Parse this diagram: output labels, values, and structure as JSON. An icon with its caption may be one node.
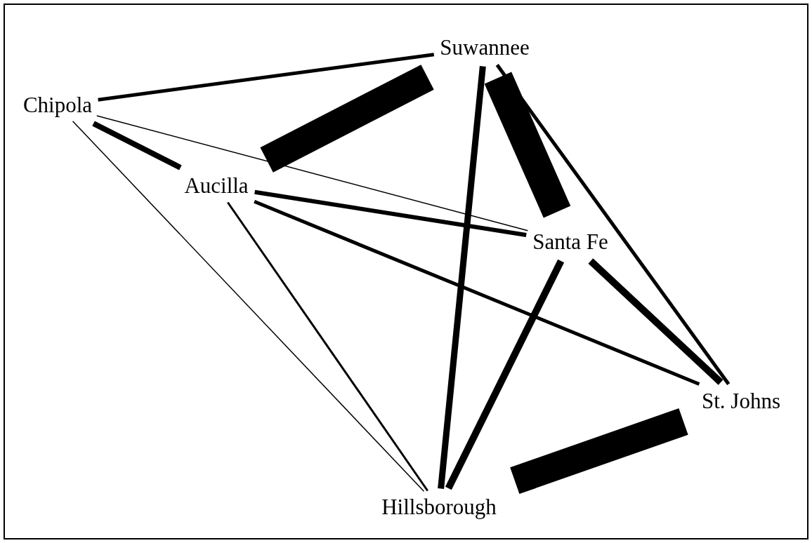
{
  "diagram": {
    "nodes": [
      {
        "text": [
          "Suwannee"
        ]
      },
      {
        "text": [
          "Chipola"
        ]
      },
      {
        "text": [
          "Aucilla"
        ]
      },
      {
        "text": [
          "Santa Fe"
        ]
      },
      {
        "text": [
          "St. Johns"
        ]
      },
      {
        "text": [
          "Hillsborough"
        ]
      }
    ],
    "edges": [
      {
        "from": 1,
        "to": 0,
        "arrow": "none"
      },
      {
        "from": 2,
        "to": 0,
        "arrow": "none",
        "style": "thick"
      },
      {
        "from": 1,
        "to": 2,
        "arrow": "none"
      },
      {
        "from": 1,
        "to": 3,
        "arrow": "none"
      },
      {
        "from": 1,
        "to": 5,
        "arrow": "none"
      },
      {
        "from": 0,
        "to": 5,
        "arrow": "none"
      },
      {
        "from": 0,
        "to": 3,
        "arrow": "none",
        "style": "thick"
      },
      {
        "from": 0,
        "to": 4,
        "arrow": "none"
      },
      {
        "from": 2,
        "to": 3,
        "arrow": "none"
      },
      {
        "from": 2,
        "to": 4,
        "arrow": "none"
      },
      {
        "from": 2,
        "to": 5,
        "arrow": "none"
      },
      {
        "from": 3,
        "to": 5,
        "arrow": "none"
      },
      {
        "from": 3,
        "to": 4,
        "arrow": "none"
      },
      {
        "from": 4,
        "to": 5,
        "arrow": "none",
        "style": "thick"
      }
    ]
  }
}
